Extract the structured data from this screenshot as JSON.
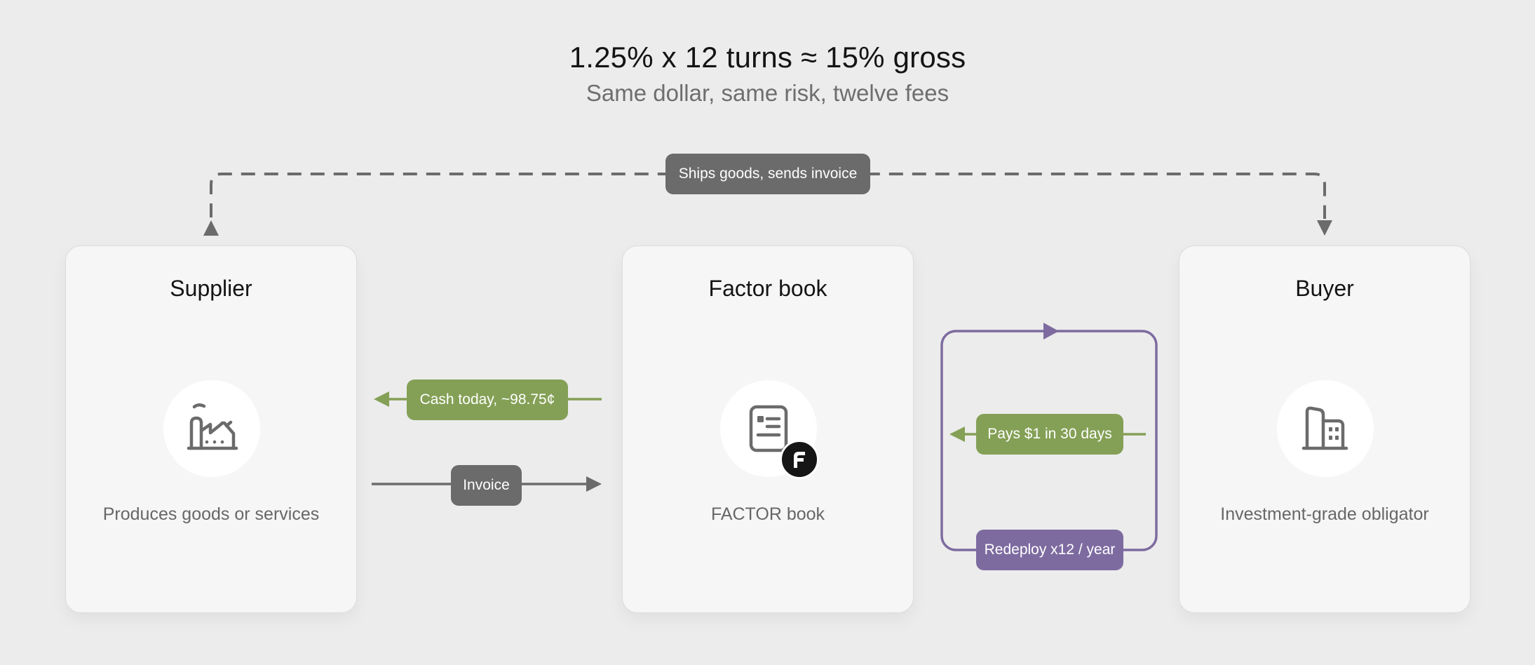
{
  "header": {
    "title": "1.25% x 12 turns ≈ 15% gross",
    "subtitle": "Same dollar, same risk, twelve fees"
  },
  "nodes": {
    "supplier": {
      "title": "Supplier",
      "description": "Produces goods or services",
      "icon": "factory-icon"
    },
    "factor": {
      "title": "Factor book",
      "description": "FACTOR book",
      "icon": "document-icon",
      "badge": "f-logo-badge"
    },
    "buyer": {
      "title": "Buyer",
      "description": "Investment-grade obligator",
      "icon": "building-icon"
    }
  },
  "flows": {
    "ships": "Ships goods, sends invoice",
    "cash": "Cash today, ~98.75¢",
    "invoice": "Invoice",
    "pays": "Pays $1 in 30 days",
    "redeploy": "Redeploy x12 / year"
  },
  "colors": {
    "gray_flow": "#6b6b6b",
    "green_flow": "#84a056",
    "purple_flow": "#7d6ba0",
    "background": "#ececec",
    "card": "#f6f6f6"
  }
}
